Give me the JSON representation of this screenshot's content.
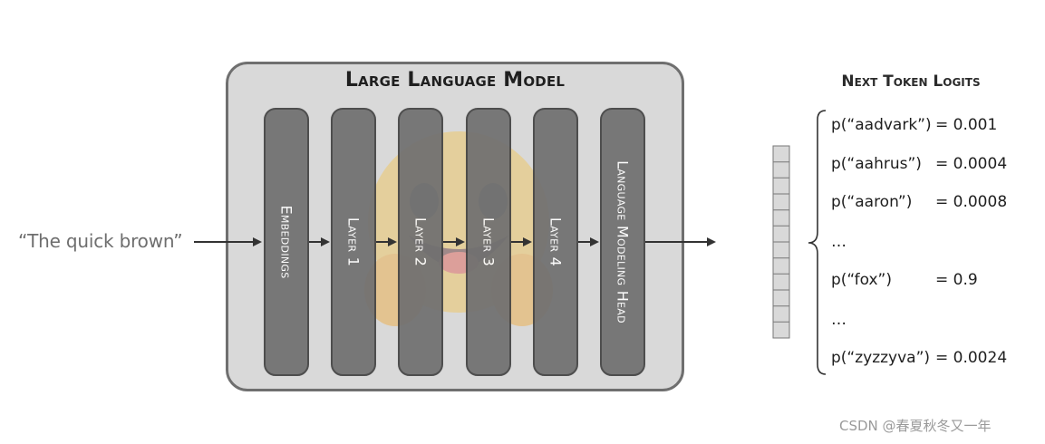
{
  "input": {
    "text": "“The quick brown”"
  },
  "model": {
    "title": "Large Language Model",
    "layers": [
      {
        "label": "Embeddings"
      },
      {
        "label": "Layer 1"
      },
      {
        "label": "Layer 2"
      },
      {
        "label": "Layer 3"
      },
      {
        "label": "Layer 4"
      },
      {
        "label": "Language Modeling Head"
      }
    ]
  },
  "logits": {
    "title": "Next Token Logits",
    "entries": [
      {
        "token": "p(“aadvark”)",
        "value": "= 0.001"
      },
      {
        "token": "p(“aahrus”)",
        "value": "= 0.0004"
      },
      {
        "token": "p(“aaron”)",
        "value": "= 0.0008"
      },
      {
        "token": "…",
        "value": ""
      },
      {
        "token": "p(“fox”)",
        "value": "= 0.9"
      },
      {
        "token": "…",
        "value": ""
      },
      {
        "token": "p(“zyzzyva”)",
        "value": "= 0.0024"
      }
    ]
  },
  "watermark": {
    "text": "CSDN @春夏秋冬又一年"
  },
  "colors": {
    "box_fill": "#d9d9d9",
    "box_border": "#6f6f6f",
    "layer_fill": "#707070",
    "layer_border": "#444444",
    "arrow": "#333333",
    "mascot": "#f3c453"
  },
  "icons": {
    "mascot": "hugging-face-mascot-icon"
  }
}
